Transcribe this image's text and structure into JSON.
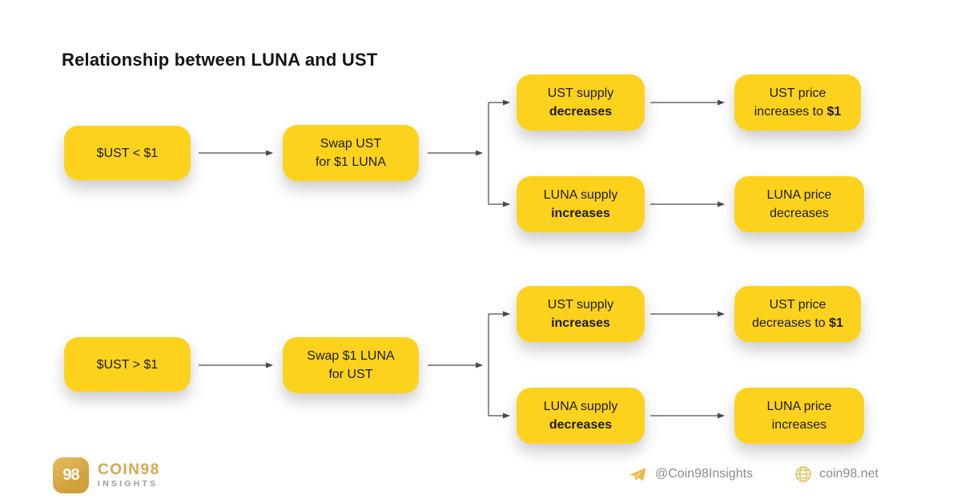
{
  "title": "Relationship between LUNA and UST",
  "colors": {
    "box_yellow": "#FCD21D",
    "arrow_gray": "#4a4a4a",
    "brand_gold": "#D9A651",
    "footer_text_gray": "#8c8c8c"
  },
  "flow_top": {
    "condition": {
      "text": "$UST < $1"
    },
    "action": {
      "line1": "Swap UST",
      "line2": "for $1 LUNA"
    },
    "ust_supply": {
      "line1": "UST supply",
      "line2_bold": "decreases"
    },
    "luna_supply": {
      "line1": "LUNA supply",
      "line2_bold": "increases"
    },
    "ust_price": {
      "line1": "UST price",
      "line2": "increases to ",
      "line2_bold": "$1"
    },
    "luna_price": {
      "line1": "LUNA price",
      "line2": "decreases"
    }
  },
  "flow_bottom": {
    "condition": {
      "text": "$UST > $1"
    },
    "action": {
      "line1": "Swap $1 LUNA",
      "line2": "for UST"
    },
    "ust_supply": {
      "line1": "UST supply",
      "line2_bold": "increases"
    },
    "luna_supply": {
      "line1": "LUNA supply",
      "line2_bold": "decreases"
    },
    "ust_price": {
      "line1": "UST price",
      "line2": "decreases to ",
      "line2_bold": "$1"
    },
    "luna_price": {
      "line1": "LUNA price",
      "line2": "increases"
    }
  },
  "footer": {
    "logo_text": "98",
    "brand_name": "COIN98",
    "brand_sub": "INSIGHTS",
    "telegram_handle": "@Coin98Insights",
    "website": "coin98.net"
  }
}
